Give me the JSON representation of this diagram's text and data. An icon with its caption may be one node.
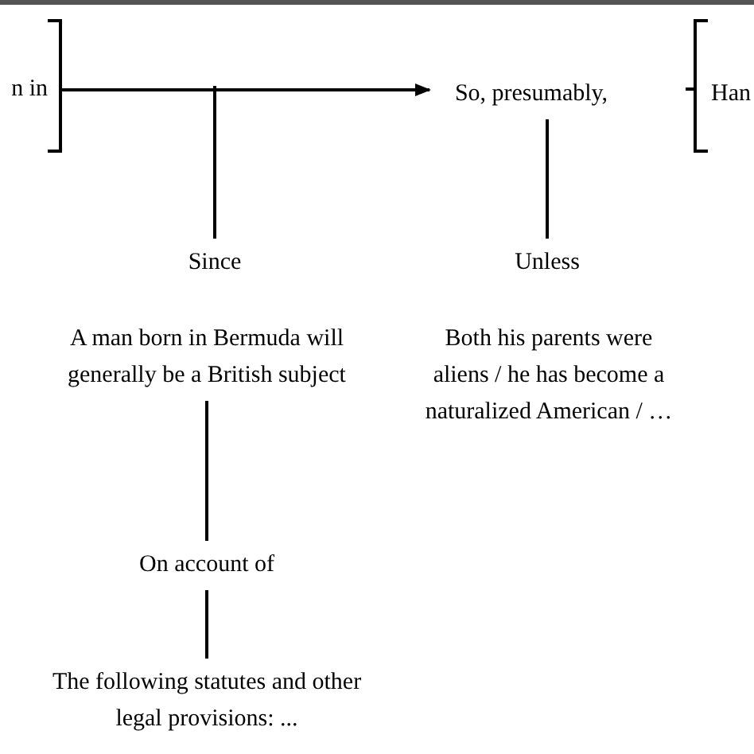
{
  "diagram": {
    "nodes": [
      {
        "text": [
          "n in"
        ]
      },
      {
        "text": [
          "So, presumably,"
        ]
      },
      {
        "text": [
          "Han"
        ]
      },
      {
        "text": [
          "Since"
        ]
      },
      {
        "text": [
          "Unless"
        ]
      },
      {
        "text": [
          "A man born in Bermuda will generally be a British subject"
        ]
      },
      {
        "text": [
          "Both his parents were aliens / he has become a naturalized American / …"
        ]
      },
      {
        "text": [
          "On account of"
        ]
      },
      {
        "text": [
          "The following statutes and other legal provisions: ..."
        ]
      }
    ],
    "edges": [
      {
        "from": 0,
        "to": 1,
        "arrow": "to"
      },
      {
        "from": null,
        "to": 3,
        "arrow": "none"
      },
      {
        "from": 1,
        "to": 4,
        "arrow": "none"
      },
      {
        "from": 5,
        "to": 7,
        "arrow": "none"
      },
      {
        "from": 7,
        "to": 8,
        "arrow": "none"
      }
    ]
  }
}
